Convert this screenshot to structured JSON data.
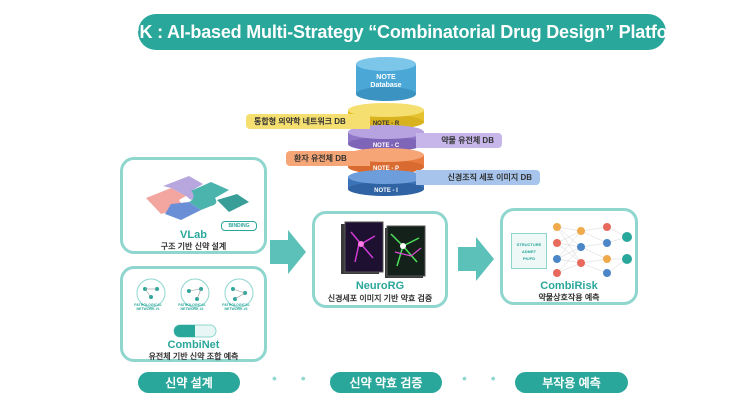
{
  "title": "ARK : AI-based Multi-Strategy “Combinatorial Drug Design” Platform",
  "database": {
    "top_label_line1": "NOTE",
    "top_label_line2": "Database",
    "layers": [
      {
        "label": "NOTE - R",
        "side_label": "통합형 의약학 네트워크 DB",
        "color": "#f1d54b"
      },
      {
        "label": "NOTE - C",
        "side_label": "약물 유전체 DB",
        "color": "#a48fd0"
      },
      {
        "label": "NOTE - P",
        "side_label": "환자 유전체 DB",
        "color": "#f08c55"
      },
      {
        "label": "NOTE - I",
        "side_label": "신경조직 세포 이미지 DB",
        "color": "#4b86c8"
      }
    ]
  },
  "vlab": {
    "badge": "BINDING",
    "name": "VLab",
    "desc": "구조 기반 신약 설계"
  },
  "combinet": {
    "networks": [
      "PATHOLOGICAL NETWORK #1",
      "PATHOLOGICAL NETWORK #2",
      "PATHOLOGICAL NETWORK #3"
    ],
    "name": "CombiNet",
    "desc": "유전체 기반 신약 조합 예측"
  },
  "neurorg": {
    "name": "NeuroRG",
    "desc": "신경세포 이미지 기반 약효 검증"
  },
  "combirisk": {
    "inputs": [
      "STRUCTURE",
      "ADMET",
      "PK/PD"
    ],
    "name": "CombiRisk",
    "desc": "약물상호작용 예측"
  },
  "stages": [
    "신약 설계",
    "신약 약효 검증",
    "부작용 예측"
  ],
  "colors": {
    "teal": "#2aa79b",
    "teal_light": "#8fd6cf"
  }
}
